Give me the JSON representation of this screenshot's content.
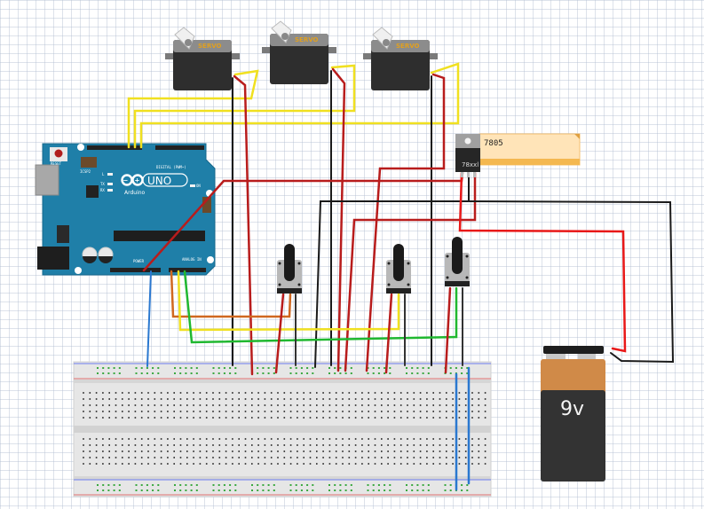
{
  "diagram": {
    "type": "breadboard circuit",
    "components": {
      "arduino": {
        "board_label": "UNO",
        "brand_label": "Arduino",
        "reset_label": "RESET",
        "icsp_label": "ICSP2",
        "digital_label": "DIGITAL (PWM~)",
        "analog_label": "ANALOG IN",
        "power_label": "POWER",
        "led_labels": [
          "L",
          "TX",
          "RX",
          "ON"
        ]
      },
      "servos": [
        {
          "label": "SERVO"
        },
        {
          "label": "SERVO"
        },
        {
          "label": "SERVO"
        }
      ],
      "regulator": {
        "part_label": "78xxl",
        "note_text": "7805"
      },
      "potentiometers": [
        {
          "id": "pot-1"
        },
        {
          "id": "pot-2"
        },
        {
          "id": "pot-3"
        }
      ],
      "battery": {
        "label": "9v"
      },
      "breadboard": {
        "type": "full-size"
      }
    },
    "wire_colors": {
      "signal_servo": "#f0e020",
      "power": "#b81c1c",
      "battery_positive": "#e81818",
      "ground": "#1a1a1a",
      "analog_a0": "#d06820",
      "analog_a1": "#f0e020",
      "analog_a2": "#20b830",
      "bus_jumper": "#2a78d0"
    },
    "colors": {
      "arduino_board": "#1f7fa8",
      "servo_body": "#2e2e2e",
      "servo_top": "#8c8c8c",
      "battery_top": "#d08a48",
      "battery_body": "#333333",
      "note_fill": "#ffe4b8",
      "note_border": "#f4b850",
      "breadboard": "#e8e8e8",
      "rail_hole": "#3aa840"
    }
  }
}
